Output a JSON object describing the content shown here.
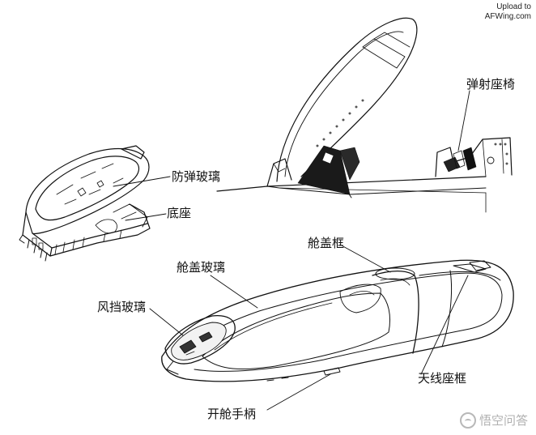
{
  "watermark_top": {
    "line1": "Upload to",
    "line2": "AFWing.com"
  },
  "watermark_bottom": {
    "text": "悟空问答"
  },
  "labels": {
    "bulletproof_glass": "防弹玻璃",
    "base": "底座",
    "ejection_seat": "弹射座椅",
    "canopy_frame": "舱盖框",
    "canopy_glass": "舱盖玻璃",
    "windshield_glass": "风挡玻璃",
    "antenna_mount": "天线座框",
    "canopy_handle": "开舱手柄"
  }
}
